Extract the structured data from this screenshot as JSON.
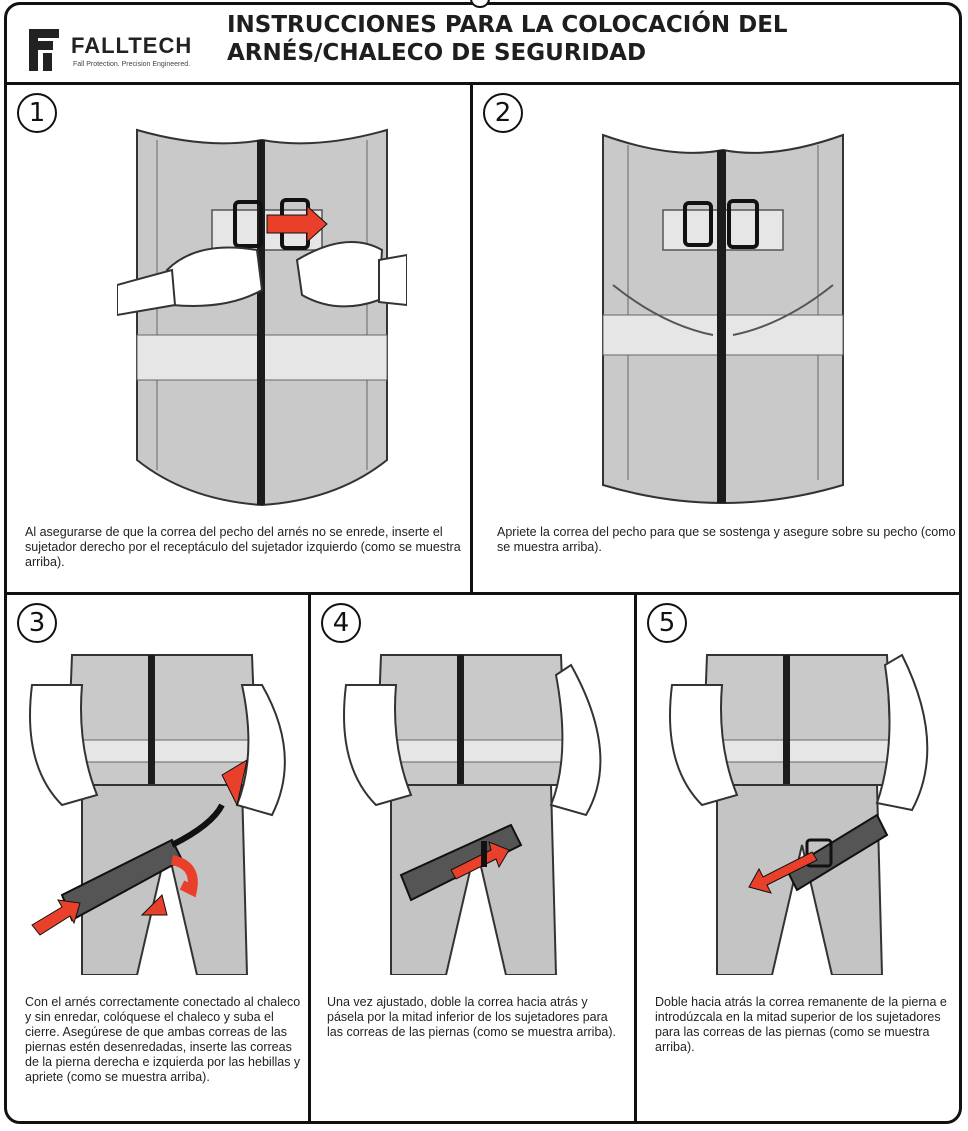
{
  "brand": {
    "name": "FALLTECH",
    "tagline": "Fall Protection. Precision Engineered."
  },
  "title": {
    "line1": "INSTRUCCIONES PARA LA COLOCACIÓN DEL",
    "line2": "ARNÉS/CHALECO DE SEGURIDAD"
  },
  "steps": [
    {
      "number": "1",
      "caption": "Al asegurarse de que la correa del pecho del arnés no se enrede, inserte el sujetador derecho por el receptáculo del sujetador izquierdo (como se muestra arriba)."
    },
    {
      "number": "2",
      "caption": "Apriete la correa del pecho para que se sostenga y asegure sobre su pecho (como se muestra arriba)."
    },
    {
      "number": "3",
      "caption": "Con el arnés correctamente conectado al chaleco y sin enredar, colóquese el chaleco y suba el cierre. Asegúrese de que ambas correas de las piernas estén desenredadas, inserte las correas de la pierna derecha e izquierda por las hebillas y apriete (como se muestra arriba)."
    },
    {
      "number": "4",
      "caption": "Una vez ajustado, doble la correa hacia atrás y pásela por la mitad inferior de los sujetadores para las correas de las piernas (como se muestra arriba)."
    },
    {
      "number": "5",
      "caption": "Doble hacia atrás la correa remanente de la pierna e introdúzcala en la mitad superior de los sujetadores para las correas de las piernas (como se muestra arriba)."
    }
  ],
  "colors": {
    "accent": "#e8402a",
    "vest": "#c9c9c9",
    "vest_light": "#e6e6e6",
    "strap": "#1c1c1c",
    "pants": "#c4c4c4"
  }
}
